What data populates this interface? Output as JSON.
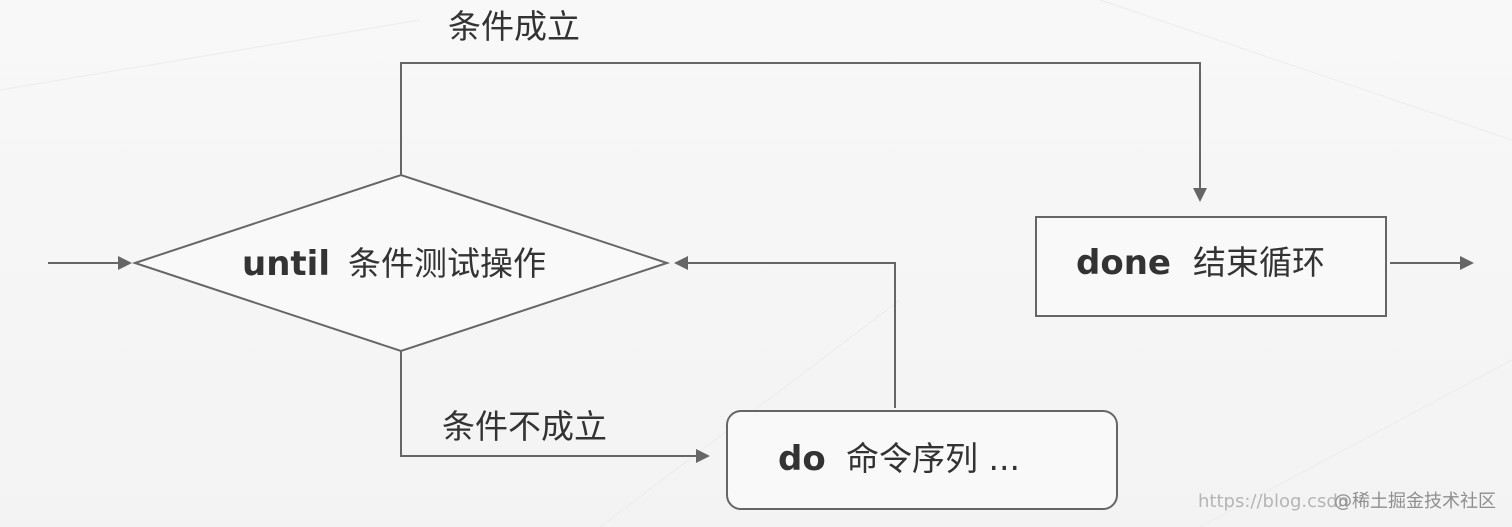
{
  "colors": {
    "background": "#f5f5f5",
    "line": "#666666",
    "text": "#333333",
    "box_fill": "#f9f9f9"
  },
  "labels": {
    "condition_true": "条件成立",
    "condition_false": "条件不成立"
  },
  "nodes": {
    "until": {
      "keyword": "until",
      "text": "条件测试操作"
    },
    "done": {
      "keyword": "done",
      "text": "结束循环"
    },
    "do": {
      "keyword": "do",
      "text": "命令序列 ..."
    }
  },
  "watermark": {
    "url": "https://blog.csdn",
    "site": "@稀土掘金技术社区"
  }
}
